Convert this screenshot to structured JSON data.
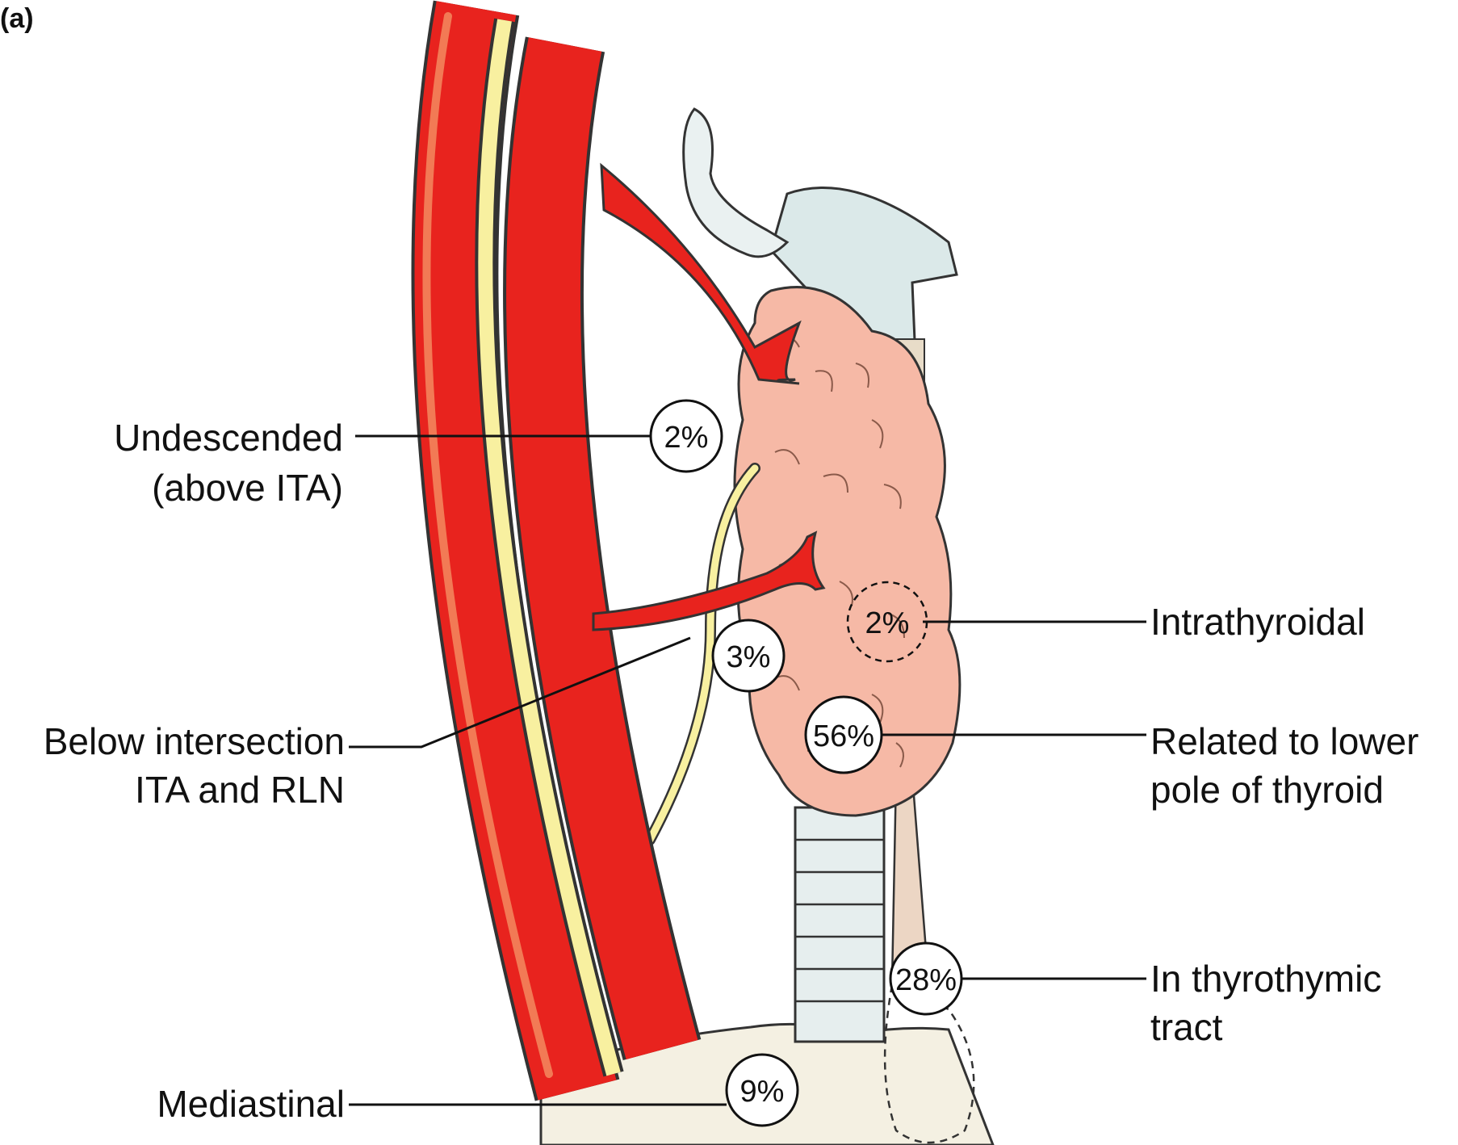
{
  "panel_label": "(a)",
  "labels": {
    "undescended_line1": "Undescended",
    "undescended_line2": "(above ITA)",
    "below_line1": "Below intersection",
    "below_line2": "ITA and RLN",
    "mediastinal": "Mediastinal",
    "intrathyroidal": "Intrathyroidal",
    "lower_pole_line1": "Related to lower",
    "lower_pole_line2": "pole of thyroid",
    "thyrothymic_line1": "In thyrothymic",
    "thyrothymic_line2": "tract"
  },
  "percentages": {
    "undescended": "2%",
    "below_intersection": "3%",
    "intrathyroidal": "2%",
    "lower_pole": "56%",
    "thyrothymic": "28%",
    "mediastinal": "9%"
  },
  "colors": {
    "artery": "#e8231e",
    "artery_highlight": "#f27a55",
    "nerve": "#f8f0a0",
    "thyroid": "#f6b9a6",
    "cartilage": "#dbe9e9",
    "mediastinum": "#f4f0e2"
  }
}
